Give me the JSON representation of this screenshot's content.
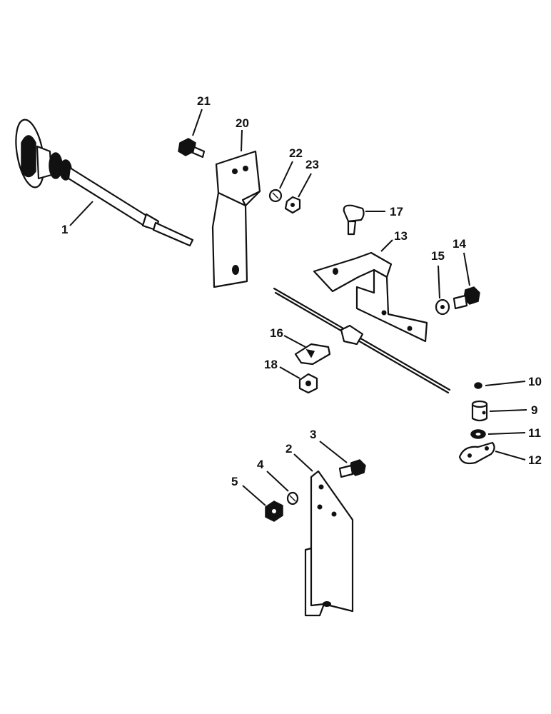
{
  "callouts": {
    "c1": "1",
    "c2": "2",
    "c3": "3",
    "c4": "4",
    "c5": "5",
    "c9": "9",
    "c10": "10",
    "c11": "11",
    "c12": "12",
    "c13": "13",
    "c14": "14",
    "c15": "15",
    "c16": "16",
    "c17": "17",
    "c18": "18",
    "c20": "20",
    "c21": "21",
    "c22": "22",
    "c23": "23"
  }
}
